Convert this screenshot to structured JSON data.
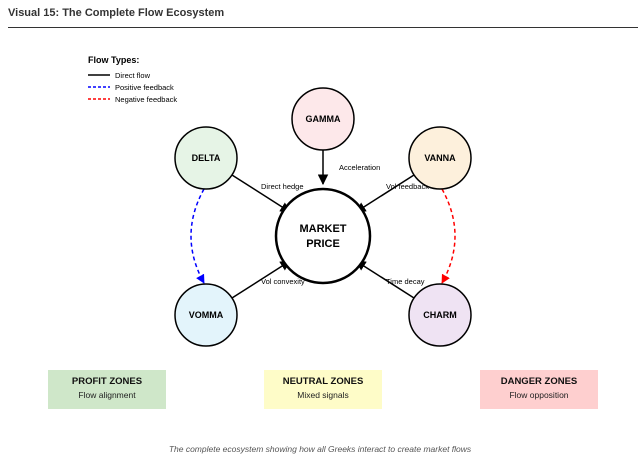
{
  "header": {
    "title": "Visual 15: The Complete Flow Ecosystem"
  },
  "legend": {
    "title": "Flow Types:",
    "items": [
      {
        "label": "Direct flow",
        "color": "#000000",
        "style": "solid"
      },
      {
        "label": "Positive feedback",
        "color": "#0000ff",
        "style": "dashed"
      },
      {
        "label": "Negative feedback",
        "color": "#ff0000",
        "style": "dashed"
      }
    ]
  },
  "diagram": {
    "center": {
      "line1": "MARKET",
      "line2": "PRICE"
    },
    "nodes": {
      "gamma": {
        "label": "GAMMA",
        "fill": "#fde8ea"
      },
      "delta": {
        "label": "DELTA",
        "fill": "#e6f4e6"
      },
      "vanna": {
        "label": "VANNA",
        "fill": "#fdf0dc"
      },
      "vomma": {
        "label": "VOMMA",
        "fill": "#e3f4fb"
      },
      "charm": {
        "label": "CHARM",
        "fill": "#efe3f3"
      }
    },
    "edge_labels": {
      "acceleration": "Acceleration",
      "direct_hedge": "Direct hedge",
      "vol_feedback": "Vol feedback",
      "vol_convexity": "Vol convexity",
      "time_decay": "Time decay"
    }
  },
  "zones": [
    {
      "title": "PROFIT ZONES",
      "subtitle": "Flow alignment",
      "color": "#cfe7c9"
    },
    {
      "title": "NEUTRAL ZONES",
      "subtitle": "Mixed signals",
      "color": "#fefcc8"
    },
    {
      "title": "DANGER ZONES",
      "subtitle": "Flow opposition",
      "color": "#fecfcf"
    }
  ],
  "caption": "The complete ecosystem showing how all Greeks interact to create market flows"
}
